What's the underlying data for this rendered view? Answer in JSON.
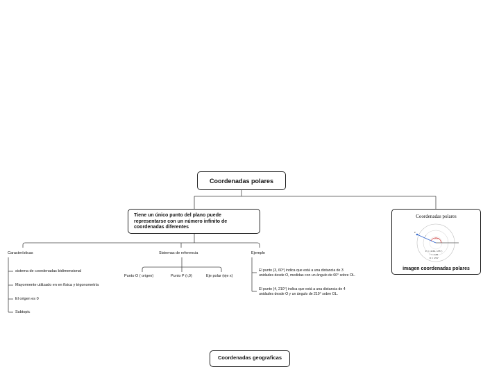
{
  "root": {
    "title": "Coordenadas polares"
  },
  "main_topic": {
    "text": "Tiene un único punto del plano puede representarse con un número infinito de coordenadas diferentes"
  },
  "image_topic": {
    "caption": "imagen coordenadas polares",
    "figure_title": "Coordenadas polares",
    "figure_labels": {
      "p": "P",
      "r": "r",
      "angle": "155°",
      "point": "P = (4.89, 155°)",
      "r_value": "r = 4.89",
      "theta_value": "θ = 155°"
    }
  },
  "caracteristicas": {
    "label": "Características",
    "items": [
      "sistema de coordenadas bidimensional",
      "Mayormente utilizado en en física y trigonometría",
      "El origen es 0",
      "Subtopic"
    ]
  },
  "sistemas": {
    "label": "Sistemas de referencia",
    "items": [
      "Punto  O ( origen)",
      "Punto P (r,0)",
      "Eje polar (eje x)"
    ]
  },
  "ejemplo": {
    "label": "Ejemplo",
    "items": [
      {
        "line1": "El punto (3, 60°) indica que está a una distancia de 3",
        "line2": "unidades desde O, medidas con un ángulo de 60° sobre OL."
      },
      {
        "line1": "El punto (4, 210°) indica que está a una distancia de 4",
        "line2": "unidades desde O y un ángulo de 210° sobre OL."
      }
    ]
  },
  "bottom_topic": {
    "title": "Coordenadas geograficas"
  }
}
